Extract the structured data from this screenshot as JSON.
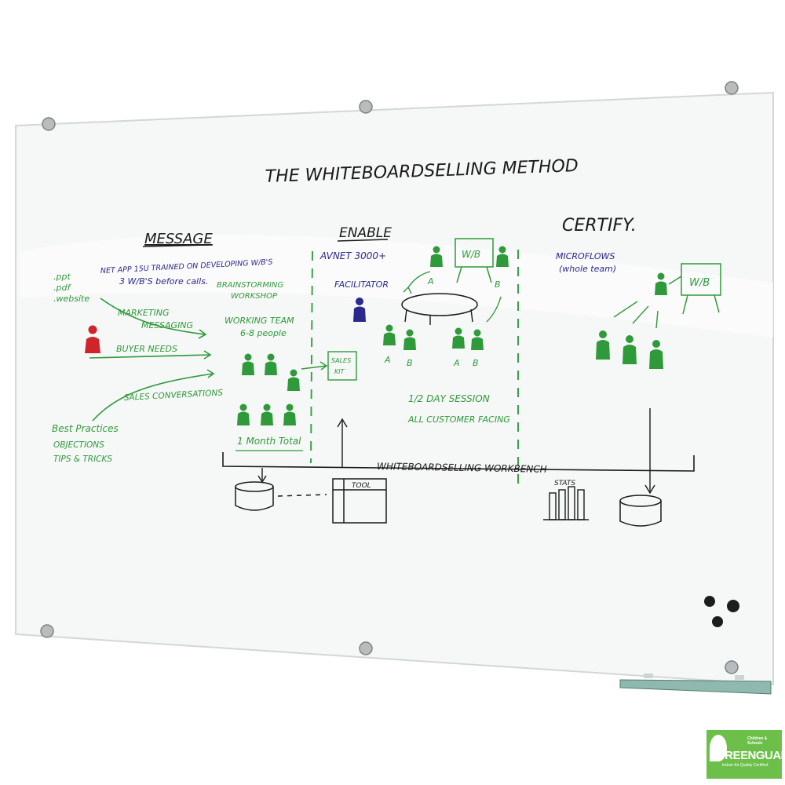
{
  "board": {
    "title": "THE WHITEBOARDSELLING METHOD",
    "headings": {
      "message": "MESSAGE",
      "enable": "ENABLE",
      "certify": "CERTIFY."
    },
    "message": {
      "netapp_line1": "NET APP 15U TRAINED ON DEVELOPING W/B'S",
      "netapp_line2": "3 W/B'S before calls.",
      "formats": [
        ".ppt",
        ".pdf",
        ".website"
      ],
      "marketing_line1": "MARKETING",
      "marketing_line2": "MESSAGING",
      "buyer_needs": "BUYER NEEDS",
      "sales_conversations": "SALES CONVERSATIONS",
      "best_practices": "Best Practices",
      "objections": "OBJECTIONS",
      "tips_tricks": "TIPS & TRICKS",
      "brainstorming_line1": "BRAINSTORMING",
      "brainstorming_line2": "WORKSHOP",
      "working_team_line1": "WORKING TEAM",
      "working_team_line2": "6-8 people",
      "sales_kit_line1": "SALES",
      "sales_kit_line2": "KIT",
      "month_total": "1 Month Total"
    },
    "enable": {
      "avnet": "AVNET 3000+",
      "facilitator": "FACILITATOR",
      "wb_label": "W/B",
      "letter_a": "A",
      "letter_b": "B",
      "half_day": "1/2 DAY SESSION",
      "all_customer": "ALL CUSTOMER FACING"
    },
    "certify": {
      "microflows_line1": "MICROFLOWS",
      "microflows_line2": "(whole team)",
      "wb_label": "W/B"
    },
    "workbench": "WHITEBOARDSELLING WORKBENCH",
    "tool": "TOOL",
    "stats": "STATS"
  },
  "badge": {
    "brand": "GREENGUARD",
    "tagline_top": "Children & Schools",
    "tagline_bottom": "Indoor Air Quality Certified"
  },
  "colors": {
    "blue_ink": "#2a2a8c",
    "green_ink": "#2f9a3a",
    "black_ink": "#1a1a1a",
    "red_ink": "#d0242a",
    "badge_green": "#6cc04a"
  }
}
